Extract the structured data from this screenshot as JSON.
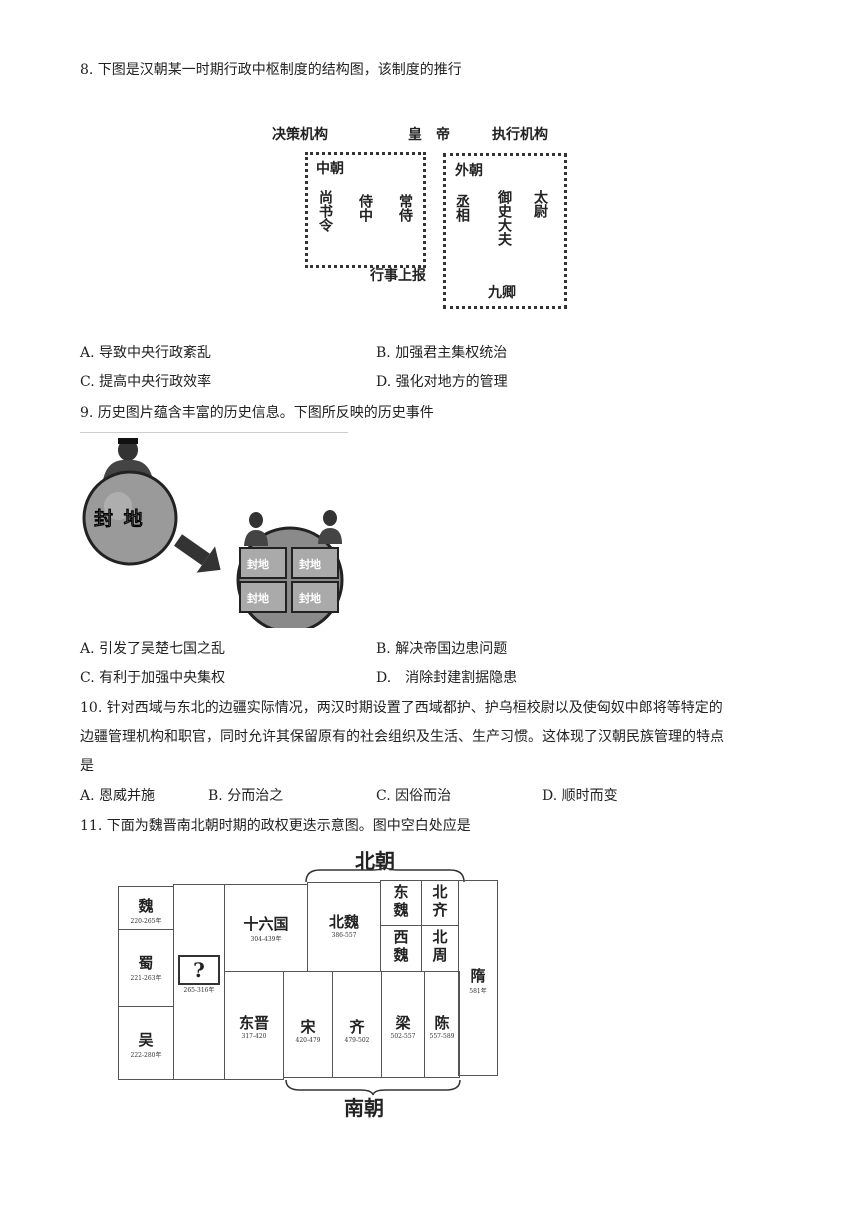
{
  "q8": {
    "stem": "8. 下图是汉朝某一时期行政中枢制度的结构图，该制度的推行",
    "diagram": {
      "decision": "决策机构",
      "emperor": "皇　帝",
      "exec": "执行机构",
      "inner": "中朝",
      "outer": "外朝",
      "inner_cols": [
        "尚书令",
        "侍中",
        "常侍"
      ],
      "outer_cols": [
        "丞相",
        "御史大夫",
        "太尉"
      ],
      "report": "行事上报",
      "ministers": "九卿"
    },
    "options": [
      "A. 导致中央行政紊乱",
      "B. 加强君主集权统治",
      "C. 提高中央行政效率",
      "D. 强化对地方的管理"
    ]
  },
  "q9": {
    "stem": "9. 历史图片蕴含丰富的历史信息。下图所反映的历史事件",
    "big_label": "封 地",
    "small_labels": [
      "封地",
      "封地",
      "封地",
      "封地"
    ],
    "options": [
      "A. 引发了吴楚七国之乱",
      "B. 解决帝国边患问题",
      "C. 有利于加强中央集权",
      "D.　消除封建割据隐患"
    ]
  },
  "q10": {
    "stem1": "10. 针对西域与东北的边疆实际情况，两汉时期设置了西域都护、护乌桓校尉以及使匈奴中郎将等特定的",
    "stem2": "边疆管理机构和职官，同时允许其保留原有的社会组织及生活、生产习惯。这体现了汉朝民族管理的特点",
    "stem3": "是",
    "options": [
      "A. 恩威并施",
      "B. 分而治之",
      "C. 因俗而治",
      "D. 顺时而变"
    ]
  },
  "q11": {
    "stem": "11. 下面为魏晋南北朝时期的政权更迭示意图。图中空白处应是",
    "north": "北朝",
    "south": "南朝",
    "wei": "魏",
    "wei_y": "220-265年",
    "shu": "蜀",
    "shu_y": "221-263年",
    "wu": "吴",
    "wu_y": "222-280年",
    "q": "?",
    "q_y": "265-316年",
    "sixteen": "十六国",
    "sixteen_y": "304-439年",
    "beiwei": "北魏",
    "beiwei_y": "386-557",
    "dongwei": "东魏",
    "xiwei": "西魏",
    "beiqi": "北齐",
    "beizhou": "北周",
    "sui": "隋",
    "sui_y": "581年",
    "dongjin": "东晋",
    "dongjin_y": "317-420",
    "song": "宋",
    "song_y": "420-479",
    "qi": "齐",
    "qi_y": "479-502",
    "liang": "梁",
    "liang_y": "502-557",
    "chen": "陈",
    "chen_y": "557-589"
  }
}
